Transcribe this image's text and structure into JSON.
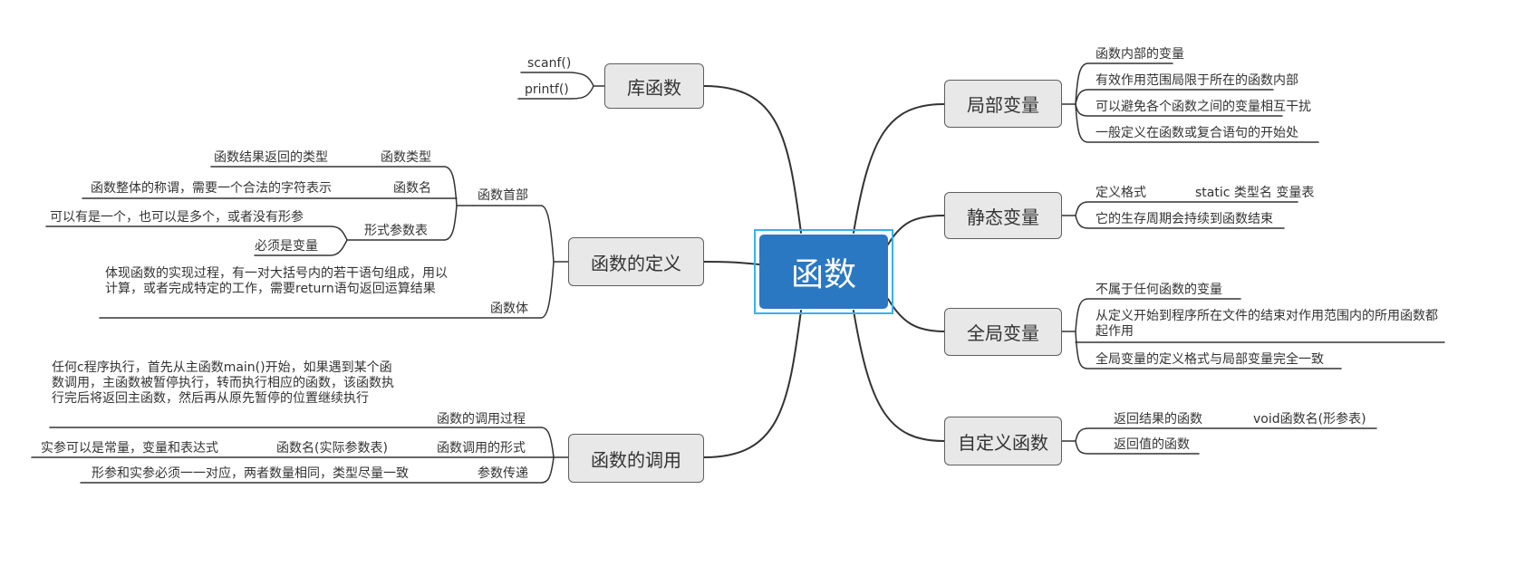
{
  "root": {
    "label": "函数"
  },
  "branches": {
    "lib": {
      "label": "库函数",
      "items": [
        "scanf()",
        "printf()"
      ]
    },
    "definition": {
      "label": "函数的定义",
      "header": {
        "label": "函数首部",
        "type": {
          "label": "函数类型",
          "detail": "函数结果返回的类型"
        },
        "name": {
          "label": "函数名",
          "detail": "函数整体的称谓，需要一个合法的字符表示"
        },
        "params": {
          "label": "形式参数表",
          "details": [
            "可以有是一个，也可以是多个，或者没有形参",
            "必须是变量"
          ]
        }
      },
      "body": {
        "label": "函数体",
        "detail": "体现函数的实现过程，有一对大括号内的若干语句组成，用以计算，或者完成特定的工作，需要return语句返回运算结果"
      }
    },
    "call": {
      "label": "函数的调用",
      "process": {
        "label": "函数的调用过程",
        "detail": "任何c程序执行，首先从主函数main()开始，如果遇到某个函数调用，主函数被暂停执行，转而执行相应的函数，该函数执行完后将返回主函数，然后再从原先暂停的位置继续执行"
      },
      "form": {
        "label": "函数调用的形式",
        "syntax": "函数名(实际参数表)",
        "detail": "实参可以是常量，变量和表达式"
      },
      "passing": {
        "label": "参数传递",
        "detail": "形参和实参必须一一对应，两者数量相同，类型尽量一致"
      }
    },
    "local": {
      "label": "局部变量",
      "items": [
        "函数内部的变量",
        "有效作用范围局限于所在的函数内部",
        "可以避免各个函数之间的变量相互干扰",
        "一般定义在函数或复合语句的开始处"
      ]
    },
    "static": {
      "label": "静态变量",
      "format_label": "定义格式",
      "format_value": "static 类型名 变量表",
      "lifetime": "它的生存周期会持续到函数结束"
    },
    "global": {
      "label": "全局变量",
      "items": [
        "不属于任何函数的变量",
        "从定义开始到程序所在文件的结束对作用范围内的所用函数都起作用",
        "全局变量的定义格式与局部变量完全一致"
      ]
    },
    "custom": {
      "label": "自定义函数",
      "return_label": "返回结果的函数",
      "return_syntax": "void函数名(形参表)",
      "no_return": "返回值的函数"
    }
  },
  "colors": {
    "root_fill": "#2b78c2",
    "root_ring": "#32b4ee",
    "node_fill": "#e8e8e8",
    "node_border": "#5e5e5e",
    "line": "#333333"
  }
}
